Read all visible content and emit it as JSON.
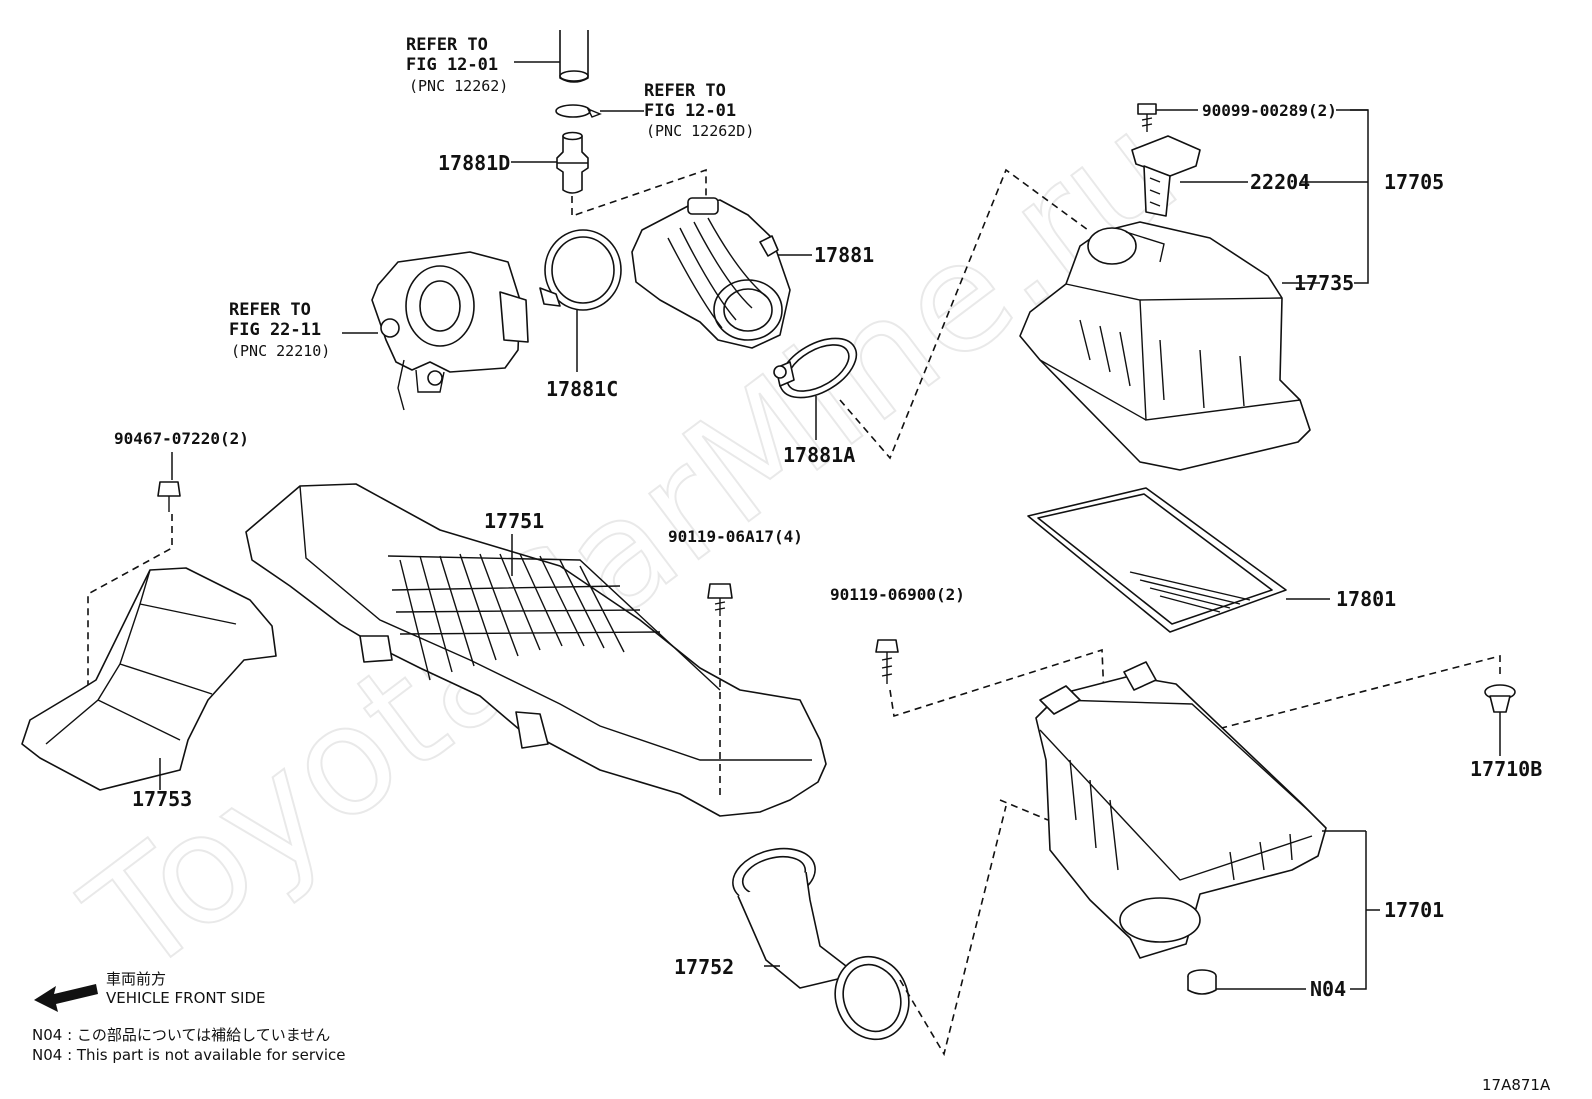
{
  "watermark": "ToyotaCarMine.ru",
  "refs": {
    "r1": {
      "line1": "REFER TO",
      "line2": "FIG 12-01",
      "pnc": "(PNC 12262)"
    },
    "r2": {
      "line1": "REFER TO",
      "line2": "FIG 12-01",
      "pnc": "(PNC 12262D)"
    },
    "r3": {
      "line1": "REFER TO",
      "line2": "FIG 22-11",
      "pnc": "(PNC 22210)"
    }
  },
  "parts": {
    "p17881D": "17881D",
    "p17881": "17881",
    "p17881C": "17881C",
    "p17881A": "17881A",
    "p90099": "90099-00289(2)",
    "p22204": "22204",
    "p17705": "17705",
    "p17735": "17735",
    "p90467": "90467-07220(2)",
    "p17751": "17751",
    "p90119a": "90119-06A17(4)",
    "p90119b": "90119-06900(2)",
    "p17801": "17801",
    "p17710B": "17710B",
    "p17753": "17753",
    "p17752": "17752",
    "p17701": "17701",
    "pN04": "N04"
  },
  "legend": {
    "arrow_jp": "車両前方",
    "arrow_en": "VEHICLE FRONT SIDE",
    "note_jp": "N04 : この部品については補給していません",
    "note_en": "N04 : This part is not available for service"
  },
  "figure_code": "17A871A"
}
